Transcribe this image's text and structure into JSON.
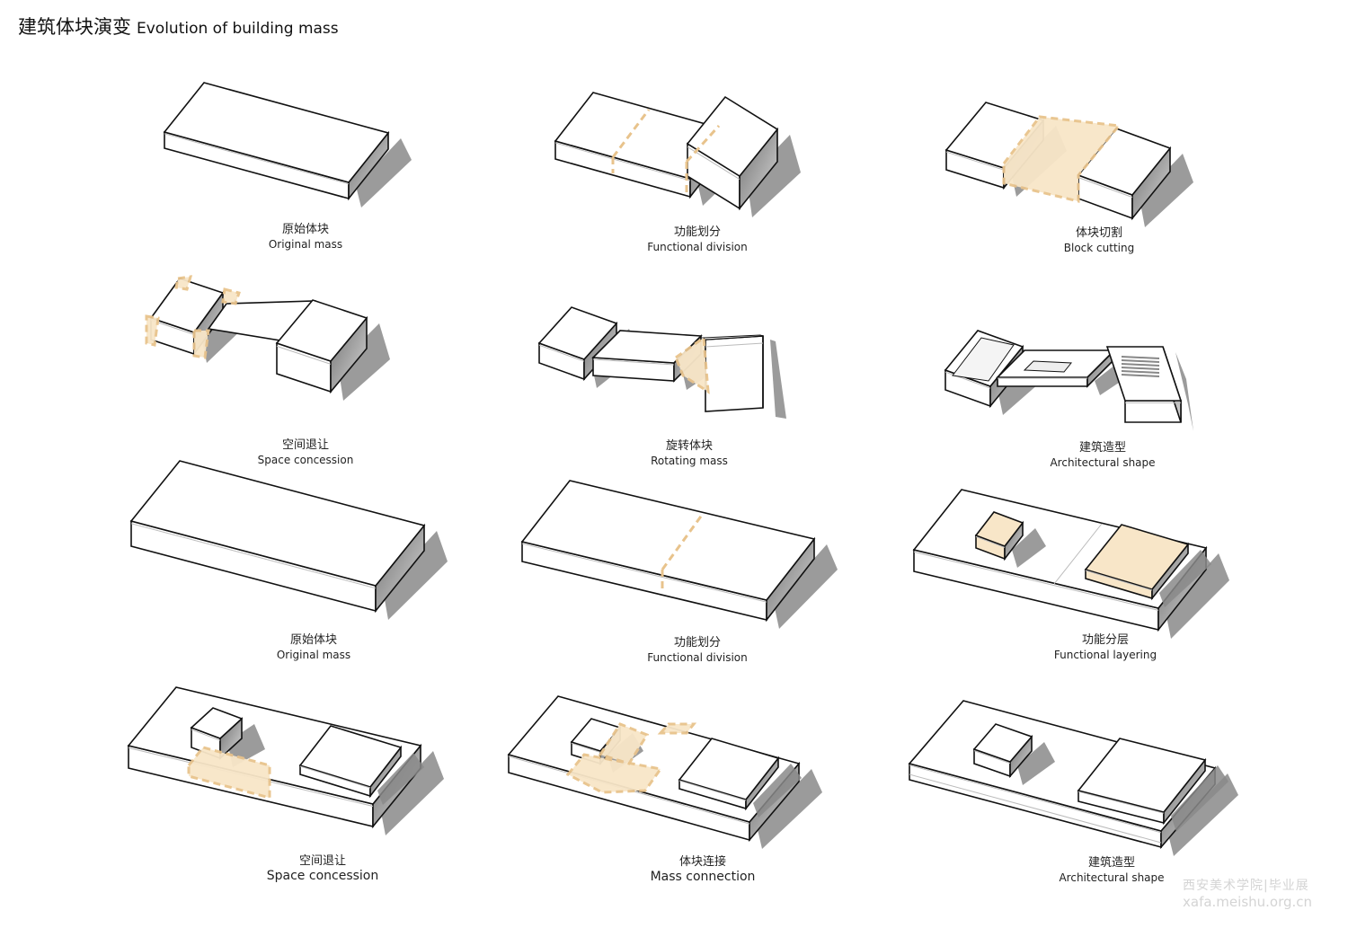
{
  "title": {
    "zh": "建筑体块演变",
    "en": "Evolution of building mass"
  },
  "colors": {
    "accent_fill": "#f8e6c8",
    "accent_stroke": "#e8c38c",
    "shade": "#8a8a8a",
    "line": "#111111"
  },
  "panels": [
    {
      "zh": "原始体块",
      "en": "Original mass"
    },
    {
      "zh": "功能划分",
      "en": "Functional division"
    },
    {
      "zh": "体块切割",
      "en": "Block cutting"
    },
    {
      "zh": "空间退让",
      "en": "Space concession"
    },
    {
      "zh": "旋转体块",
      "en": "Rotating mass"
    },
    {
      "zh": "建筑造型",
      "en": "Architectural shape"
    },
    {
      "zh": "原始体块",
      "en": "Original mass"
    },
    {
      "zh": "功能划分",
      "en": "Functional division"
    },
    {
      "zh": "功能分层",
      "en": "Functional layering"
    },
    {
      "zh": "空间退让",
      "en": "Space concession"
    },
    {
      "zh": "体块连接",
      "en": "Mass connection"
    },
    {
      "zh": "建筑造型",
      "en": "Architectural shape"
    }
  ],
  "watermark": {
    "line1": "西安美术学院|毕业展",
    "line2": "xafa.meishu.org.cn"
  }
}
